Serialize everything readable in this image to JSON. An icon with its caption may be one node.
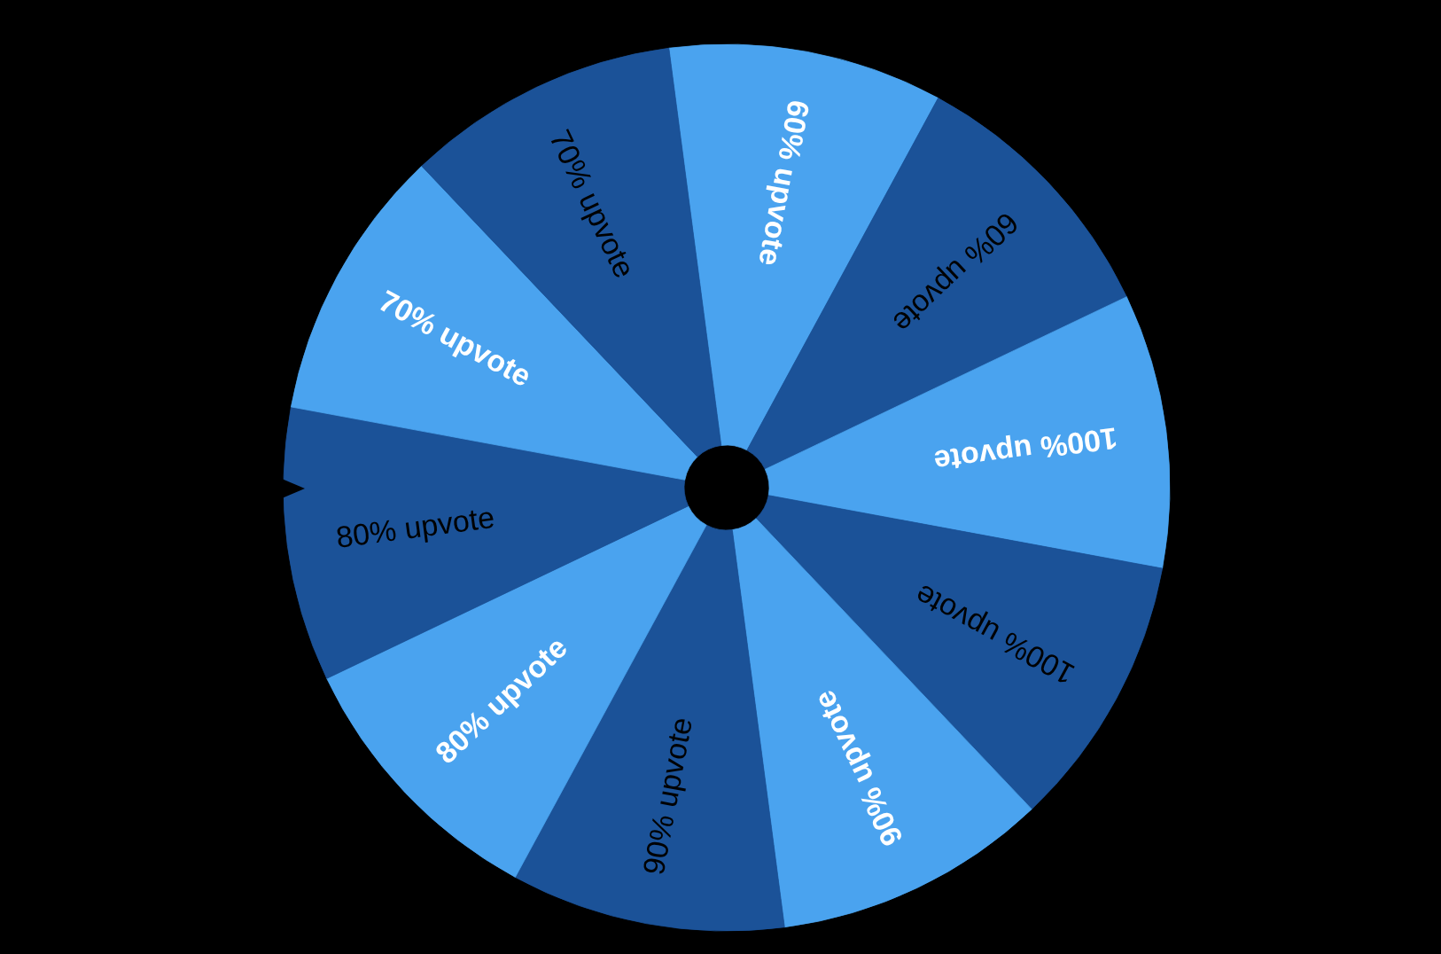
{
  "diagram": {
    "nodes": [
      {
        "text": [
          "60% upvote"
        ]
      },
      {
        "text": [
          "60% upvote"
        ]
      },
      {
        "text": [
          "100% upvote"
        ]
      },
      {
        "text": [
          "100% upvote"
        ]
      },
      {
        "text": [
          "90% upvote"
        ]
      },
      {
        "text": [
          "90% upvote"
        ]
      },
      {
        "text": [
          "80% upvote"
        ]
      },
      {
        "text": [
          "80% upvote"
        ]
      },
      {
        "text": [
          "70% upvote"
        ]
      },
      {
        "text": [
          "70% upvote"
        ]
      }
    ]
  }
}
